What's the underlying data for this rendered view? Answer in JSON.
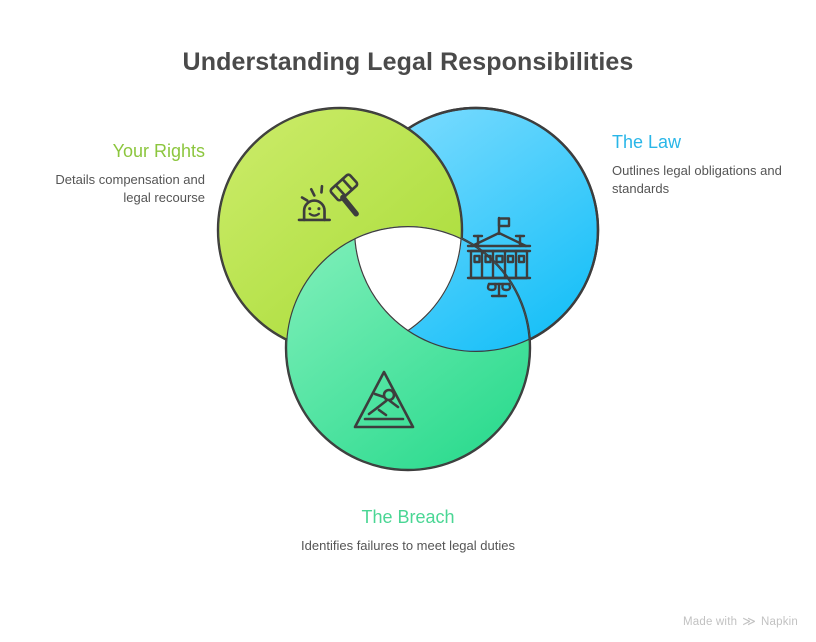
{
  "page": {
    "title": "Understanding Legal Responsibilities",
    "background": "#ffffff",
    "title_color": "#4a4a4a"
  },
  "diagram": {
    "type": "venn-three-circle-interlocking",
    "center_overlap_fill": "#ffffff",
    "outline_color": "#3d3d3d",
    "segments": [
      {
        "id": "rights",
        "title": "Your Rights",
        "body": "Details compensation and legal recourse",
        "title_color": "#8cc63e",
        "fill_light": "#c8ea62",
        "fill_dark": "#aadd3e",
        "icon": "gavel-icon",
        "position": "top-left",
        "label_align": "right"
      },
      {
        "id": "law",
        "title": "The Law",
        "body": "Outlines legal obligations and standards",
        "title_color": "#29b6e8",
        "fill_light": "#7fdcff",
        "fill_dark": "#1ec2f8",
        "icon": "courthouse-icon",
        "position": "top-right",
        "label_align": "left"
      },
      {
        "id": "breach",
        "title": "The Breach",
        "body": "Identifies failures to meet legal duties",
        "title_color": "#4ad694",
        "fill_light": "#7defb4",
        "fill_dark": "#33dc92",
        "icon": "slip-hazard-warning-icon",
        "position": "bottom-center",
        "label_align": "center"
      }
    ]
  },
  "watermark": {
    "prefix": "Made with",
    "brand": "Napkin",
    "mark": "≫",
    "color": "#c2c2c2"
  }
}
